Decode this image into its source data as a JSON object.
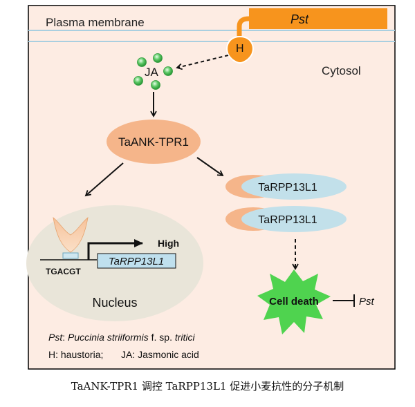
{
  "labels": {
    "plasma_membrane": "Plasma membrane",
    "pathogen": "Pst",
    "haustoria": "H",
    "ja": "JA",
    "cytosol": "Cytosol",
    "ankyrin": "TaANK-TPR1",
    "rpp_top": "TaRPP13L1",
    "rpp_bottom": "TaRPP13L1",
    "high": "High",
    "motif": "TGACGT",
    "gene": "TaRPP13L1",
    "nucleus": "Nucleus",
    "cell_death": "Cell death",
    "inhibit_target": "Pst"
  },
  "legend": {
    "pst_abbr": "Pst",
    "pst_def_sep": ": ",
    "pst_species": "Puccinia striiformis",
    "pst_fsp": " f. sp. ",
    "pst_tritici": "tritici",
    "h_line": "H: haustoria;",
    "ja_line": "JA: Jasmonic acid"
  },
  "caption": "TaANK-TPR1 调控 TaRPP13L1 促进小麦抗性的分子机制",
  "colors": {
    "background": "#fdece3",
    "membrane": "#a9cfe0",
    "pathogen": "#f7941d",
    "ankyrin": "#f5b58a",
    "rpp_blue": "#c2e0ea",
    "rpp_orange": "#f5b58a",
    "nucleus": "#e9e5d9",
    "starburst": "#4fd34f",
    "ja_dot": "#3fb848",
    "gene_box": "#bfe0ee"
  }
}
